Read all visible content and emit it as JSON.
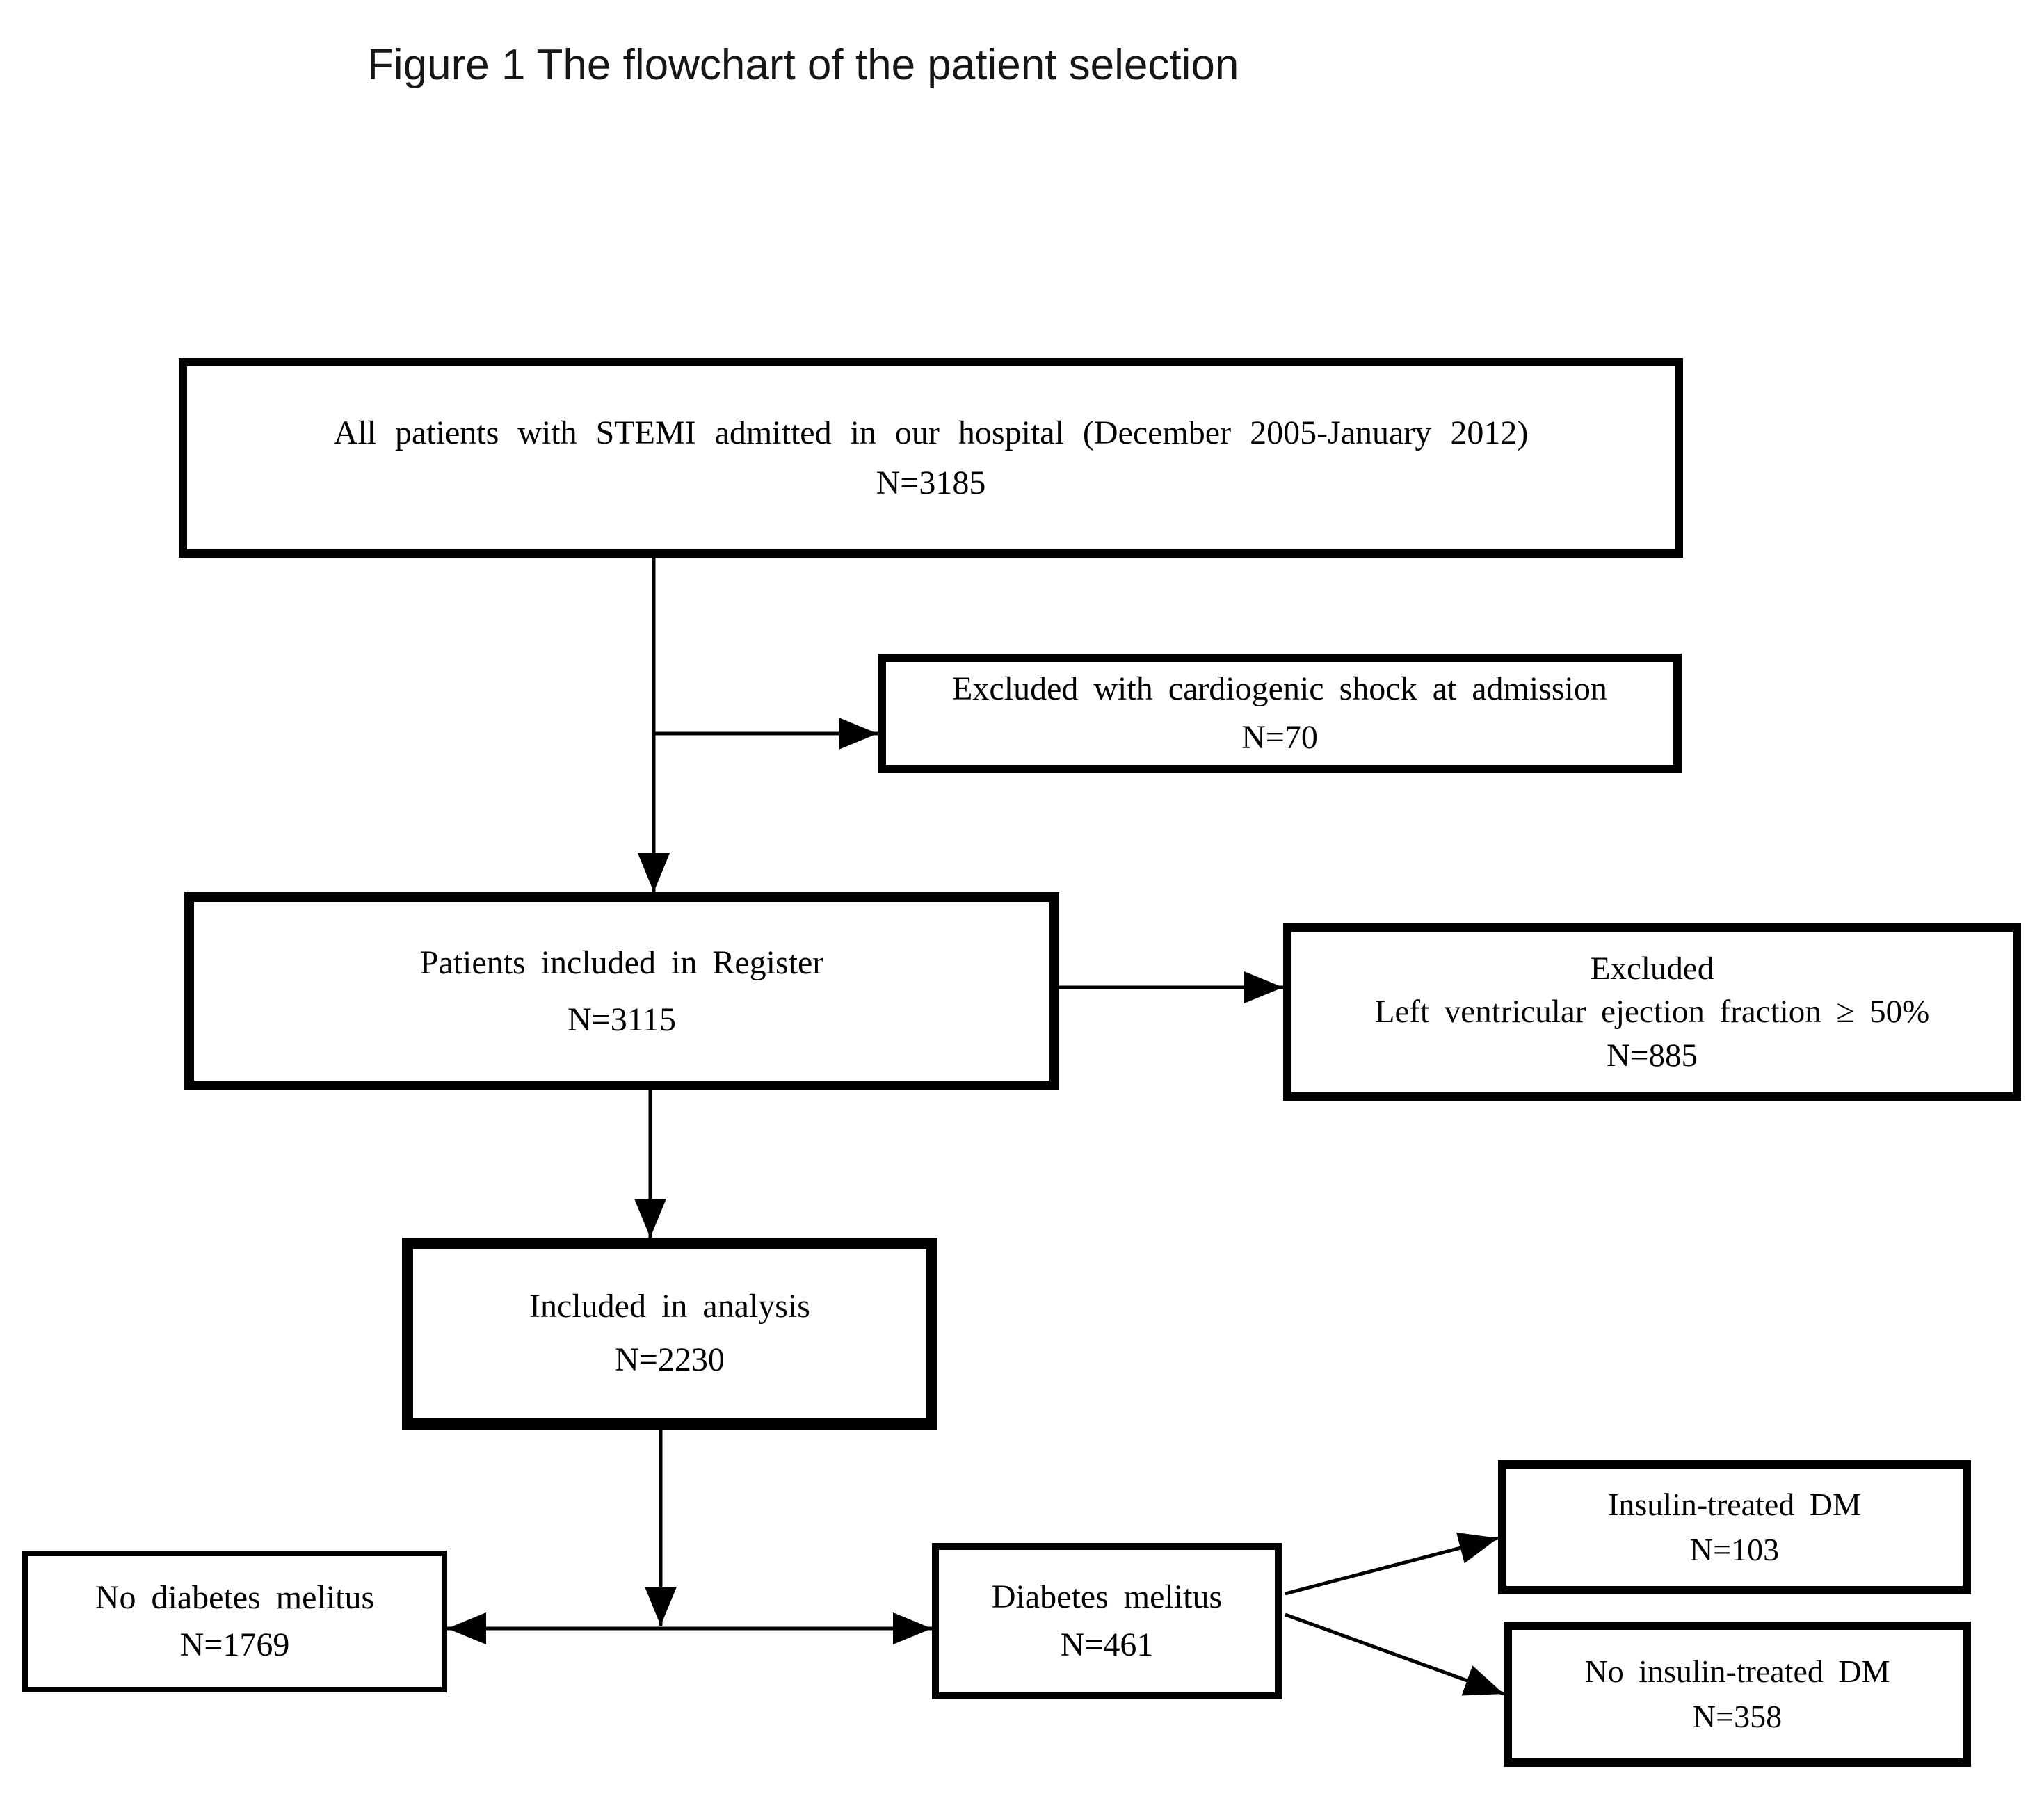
{
  "figure": {
    "title": "Figure 1 The flowchart of the patient selection"
  },
  "colors": {
    "ink": "#000000",
    "background": "#ffffff"
  },
  "boxes": {
    "all_patients": {
      "lines": [
        "All patients with STEMI admitted in our hospital (December 2005-January 2012)",
        "N=3185"
      ]
    },
    "excluded_shock": {
      "lines": [
        "Excluded with cardiogenic shock at admission",
        "N=70"
      ]
    },
    "register": {
      "lines": [
        "Patients included in Register",
        "N=3115"
      ]
    },
    "excluded_lvef": {
      "lines": [
        "Excluded",
        "Left ventricular ejection fraction ≥ 50%",
        "N=885"
      ]
    },
    "analysis": {
      "lines": [
        "Included in analysis",
        "N=2230"
      ]
    },
    "no_dm": {
      "lines": [
        "No diabetes melitus",
        "N=1769"
      ]
    },
    "dm": {
      "lines": [
        "Diabetes melitus",
        "N=461"
      ]
    },
    "insulin_dm": {
      "lines": [
        "Insulin-treated DM",
        "N=103"
      ]
    },
    "no_insulin_dm": {
      "lines": [
        "No insulin-treated DM",
        "N=358"
      ]
    }
  }
}
